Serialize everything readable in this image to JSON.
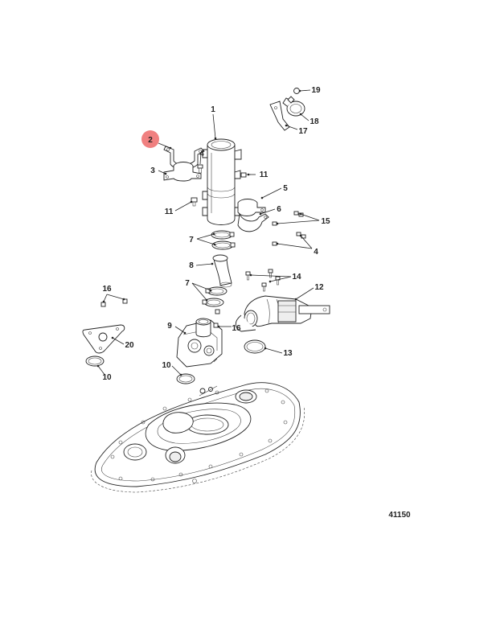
{
  "diagram": {
    "figure_number": "41150",
    "highlighted_callout": "2",
    "highlight_color": "#f08080",
    "line_color": "#222222",
    "callouts": [
      {
        "id": "c1",
        "label": "1"
      },
      {
        "id": "c2",
        "label": "2"
      },
      {
        "id": "c3",
        "label": "3"
      },
      {
        "id": "c4a",
        "label": "4"
      },
      {
        "id": "c4b",
        "label": "4"
      },
      {
        "id": "c5",
        "label": "5"
      },
      {
        "id": "c6",
        "label": "6"
      },
      {
        "id": "c7a",
        "label": "7"
      },
      {
        "id": "c7b",
        "label": "7"
      },
      {
        "id": "c8",
        "label": "8"
      },
      {
        "id": "c9",
        "label": "9"
      },
      {
        "id": "c10a",
        "label": "10"
      },
      {
        "id": "c10b",
        "label": "10"
      },
      {
        "id": "c11a",
        "label": "11"
      },
      {
        "id": "c11b",
        "label": "11"
      },
      {
        "id": "c12",
        "label": "12"
      },
      {
        "id": "c13",
        "label": "13"
      },
      {
        "id": "c14",
        "label": "14"
      },
      {
        "id": "c15",
        "label": "15"
      },
      {
        "id": "c16a",
        "label": "16"
      },
      {
        "id": "c16b",
        "label": "16"
      },
      {
        "id": "c17",
        "label": "17"
      },
      {
        "id": "c18",
        "label": "18"
      },
      {
        "id": "c19",
        "label": "19"
      },
      {
        "id": "c20",
        "label": "20"
      }
    ]
  }
}
